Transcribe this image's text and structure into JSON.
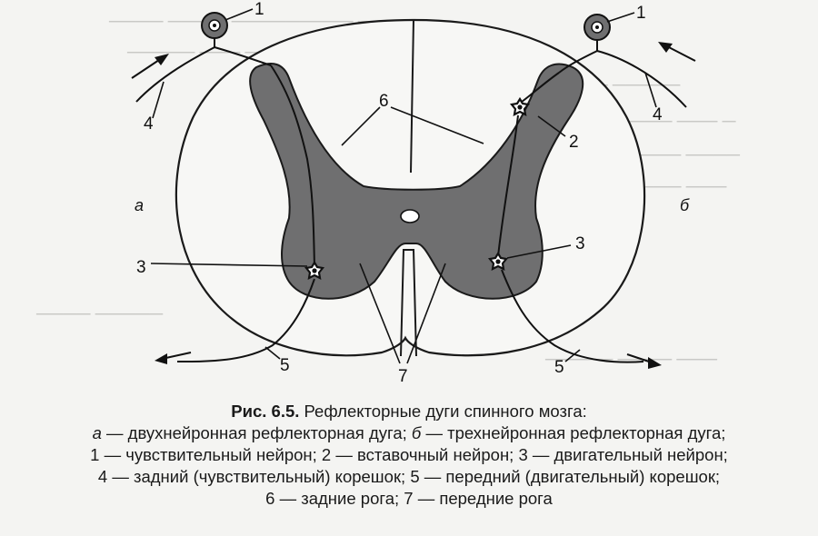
{
  "labels": {
    "sensory_neuron": "1",
    "interneuron": "2",
    "motor_neuron": "3",
    "dorsal_root": "4",
    "ventral_root": "5",
    "dorsal_horns": "6",
    "ventral_horns": "7",
    "side_a": "а",
    "side_b": "б"
  },
  "caption": {
    "figure_number": "Рис. 6.5.",
    "title": " Рефлекторные дуги спинного мозга:",
    "line2_a": "а",
    "line2_a_text": " — двухнейронная рефлекторная дуга; ",
    "line2_b": "б",
    "line2_b_text": " — трехнейронная рефлекторная дуга;",
    "line3": "1 — чувствительный нейрон; 2 — вставочный нейрон; 3 — двигательный нейрон;",
    "line4": "4 — задний (чувствительный) корешок; 5 — передний (двигательный) корешок;",
    "line5": "6 — задние рога; 7 — передние рога"
  },
  "colors": {
    "gray_matter": "#6f6f70",
    "outline": "#1a1a1a",
    "background": "#f4f4f2"
  }
}
